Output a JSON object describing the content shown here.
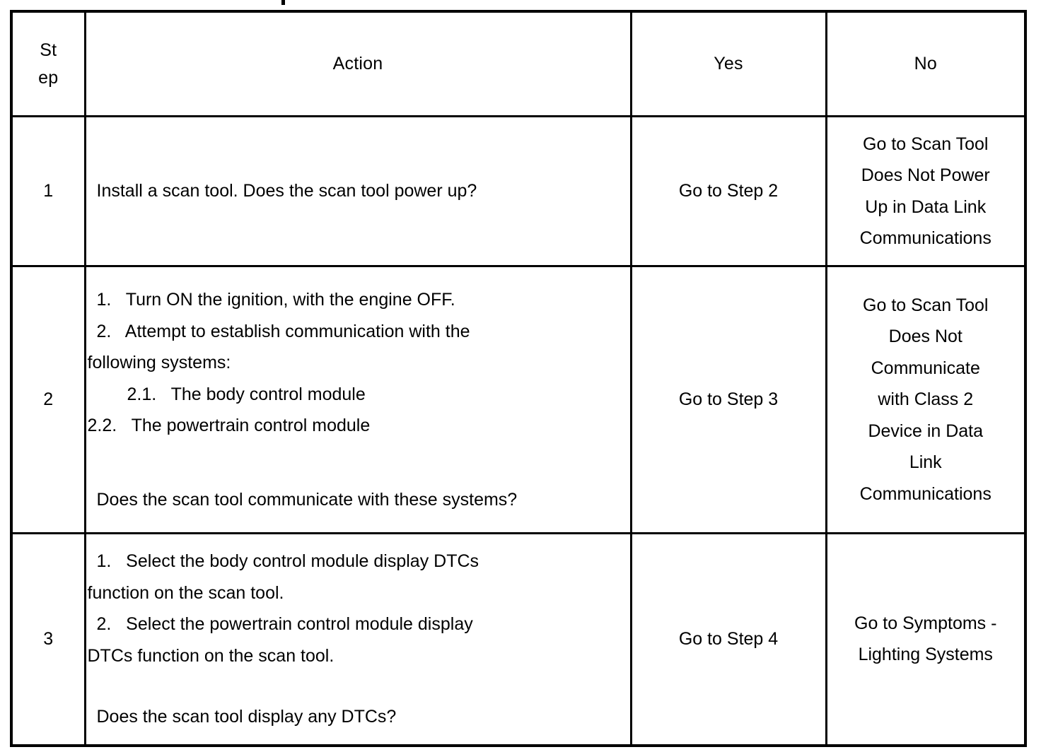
{
  "table": {
    "headers": {
      "step_line1": "St",
      "step_line2": "ep",
      "action": "Action",
      "yes": "Yes",
      "no": "No"
    },
    "rows": [
      {
        "step": "1",
        "action_lines": [
          {
            "text": "Install a scan tool. Does the scan tool power up?",
            "indent": "q"
          }
        ],
        "yes_lines": [
          "Go to Step 2"
        ],
        "no_lines": [
          "Go to Scan Tool",
          "Does Not Power",
          "Up in Data Link",
          "Communications"
        ]
      },
      {
        "step": "2",
        "action_lines": [
          {
            "text": "1.   Turn ON the ignition, with the engine OFF.",
            "indent": "li"
          },
          {
            "text": "2.   Attempt to establish communication with the",
            "indent": "li"
          },
          {
            "text": "following systems:",
            "indent": "0"
          },
          {
            "text": "2.1.   The body control module",
            "indent": "sub"
          },
          {
            "text": "2.2.   The powertrain control module",
            "indent": "li"
          },
          {
            "text": "",
            "indent": "gap-lg"
          },
          {
            "text": "Does the scan tool communicate with these systems?",
            "indent": "q"
          }
        ],
        "yes_lines": [
          "Go to Step 3"
        ],
        "no_lines": [
          "Go to Scan Tool",
          "Does Not",
          "Communicate",
          "with Class 2",
          "Device in Data",
          "Link",
          "Communications"
        ]
      },
      {
        "step": "3",
        "action_lines": [
          {
            "text": "1.   Select the body control module display DTCs",
            "indent": "li"
          },
          {
            "text": "function on the scan tool.",
            "indent": "0"
          },
          {
            "text": "2.   Select the powertrain control module display",
            "indent": "li"
          },
          {
            "text": "DTCs function on the scan tool.",
            "indent": "0"
          },
          {
            "text": "",
            "indent": "gap-sm"
          },
          {
            "text": "Does the scan tool display any DTCs?",
            "indent": "q"
          }
        ],
        "yes_lines": [
          "Go to Step 4"
        ],
        "no_lines": [
          "Go to Symptoms -",
          "Lighting Systems"
        ]
      }
    ]
  },
  "colors": {
    "border": "#000000",
    "text": "#000000",
    "background": "#ffffff"
  }
}
